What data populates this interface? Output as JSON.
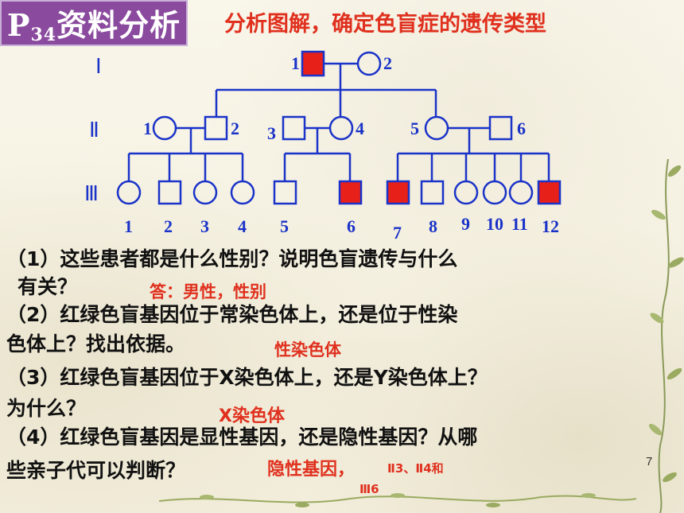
{
  "header": {
    "section_prefix": "P",
    "section_sub": "34",
    "section_text": "资料分析",
    "title": "分析图解，确定色盲症的遗传类型"
  },
  "pedigree": {
    "generations": [
      "Ⅰ",
      "Ⅱ",
      "Ⅲ"
    ],
    "gen1": {
      "individual_1": {
        "label": "1",
        "sex": "male",
        "affected": true
      },
      "individual_2": {
        "label": "2",
        "sex": "female",
        "affected": false
      }
    },
    "gen2": [
      {
        "label": "1",
        "sex": "female",
        "affected": false
      },
      {
        "label": "2",
        "sex": "male",
        "affected": false
      },
      {
        "label": "3",
        "sex": "male",
        "affected": false
      },
      {
        "label": "4",
        "sex": "female",
        "affected": false
      },
      {
        "label": "5",
        "sex": "female",
        "affected": false
      },
      {
        "label": "6",
        "sex": "male",
        "affected": false
      }
    ],
    "gen3": [
      {
        "label": "1",
        "sex": "female",
        "affected": false
      },
      {
        "label": "2",
        "sex": "male",
        "affected": false
      },
      {
        "label": "3",
        "sex": "female",
        "affected": false
      },
      {
        "label": "4",
        "sex": "female",
        "affected": false
      },
      {
        "label": "5",
        "sex": "male",
        "affected": false
      },
      {
        "label": "6",
        "sex": "male",
        "affected": true
      },
      {
        "label": "7",
        "sex": "male",
        "affected": true
      },
      {
        "label": "8",
        "sex": "male",
        "affected": false
      },
      {
        "label": "9",
        "sex": "female",
        "affected": false
      },
      {
        "label": "10",
        "sex": "female",
        "affected": false
      },
      {
        "label": "11",
        "sex": "female",
        "affected": false
      },
      {
        "label": "12",
        "sex": "male",
        "affected": true
      }
    ],
    "colors": {
      "line": "#1a33c8",
      "affected_fill": "#e8201a",
      "unaffected_fill": "#ffffff"
    }
  },
  "questions": {
    "q1_line1": "（1）这些患者都是什么性别？说明色盲遗传与什么",
    "q1_line2": "有关？",
    "a1": "答：男性，性别",
    "q2_line1": "（2）红绿色盲基因位于常染色体上，还是位于性染",
    "q2_line2": "色体上？找出依据。",
    "a2": "性染色体",
    "q3_line1": "（3）红绿色盲基因位于X染色体上，还是Y染色体上？",
    "q3_line2": "为什么？",
    "a3": "X染色体",
    "q4_line1": "（4）红绿色盲基因是显性基因，还是隐性基因？从哪",
    "q4_line2": "些亲子代可以判断？",
    "a4_main": "隐性基因，",
    "a4_detail": "Ⅱ3、Ⅱ4和",
    "a4_detail2": "Ⅲ6"
  },
  "page_number": "7"
}
